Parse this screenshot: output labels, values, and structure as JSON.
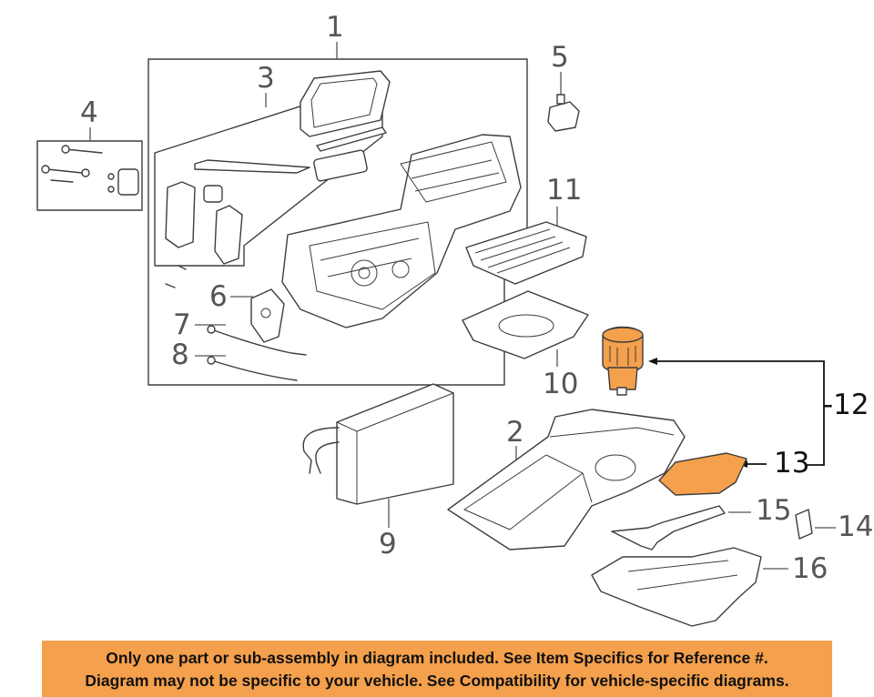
{
  "callouts": [
    {
      "id": "1",
      "text": "1"
    },
    {
      "id": "2",
      "text": "2"
    },
    {
      "id": "3",
      "text": "3"
    },
    {
      "id": "4",
      "text": "4"
    },
    {
      "id": "5",
      "text": "5"
    },
    {
      "id": "6",
      "text": "6"
    },
    {
      "id": "7",
      "text": "7"
    },
    {
      "id": "8",
      "text": "8"
    },
    {
      "id": "9",
      "text": "9"
    },
    {
      "id": "10",
      "text": "10"
    },
    {
      "id": "11",
      "text": "11"
    },
    {
      "id": "12",
      "text": "-12"
    },
    {
      "id": "13",
      "text": "13"
    },
    {
      "id": "14",
      "text": "14"
    },
    {
      "id": "15",
      "text": "15"
    },
    {
      "id": "16",
      "text": "16"
    }
  ],
  "highlight_color": "#f5a04c",
  "banner": {
    "line1": "Only one part or sub-assembly in diagram included. See Item Specifics for Reference #.",
    "line2": "Diagram may not be specific to your vehicle. See Compatibility for vehicle-specific diagrams."
  }
}
